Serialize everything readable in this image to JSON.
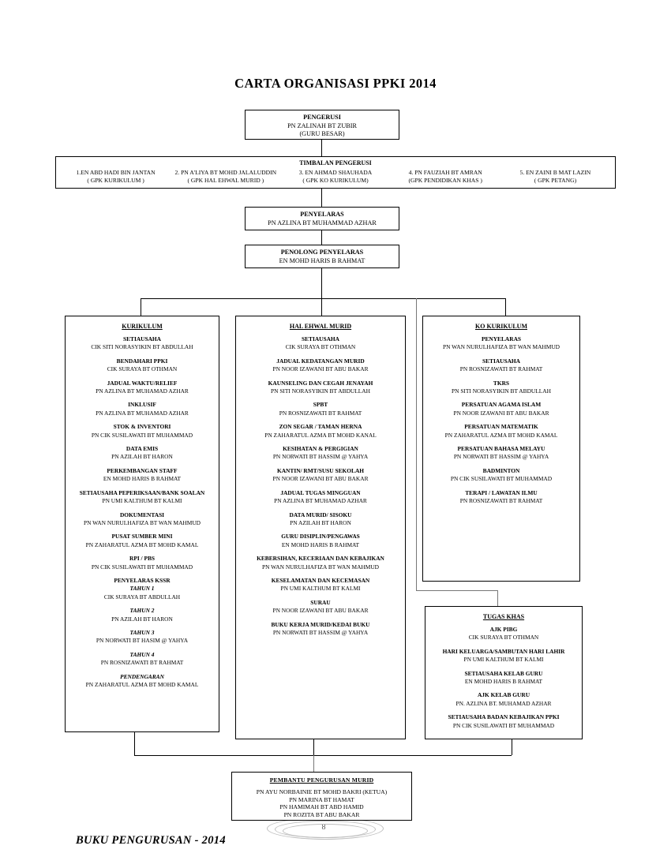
{
  "document": {
    "title": "CARTA ORGANISASI PPKI 2014",
    "footer": "BUKU PENGURUSAN - 2014",
    "page_number": "8"
  },
  "pengerusi": {
    "label": "PENGERUSI",
    "name": "PN ZALINAH BT ZUBIR",
    "role": "(GURU BESAR)"
  },
  "timbalan": {
    "header": "TIMBALAN PENGERUSI",
    "members": [
      {
        "name": "1.EN ABD HADI BIN JANTAN",
        "role": "( GPK KURIKULUM )"
      },
      {
        "name": "2.  PN A'LIYA BT MOHD JALALUDDIN",
        "role": "( GPK HAL EHWAL MURID )"
      },
      {
        "name": "3. EN AHMAD SHAUHADA",
        "role": "( GPK KO KURIKULUM)"
      },
      {
        "name": "4. PN FAUZIAH BT AMRAN",
        "role": "(GPK PENDIDIKAN KHAS )"
      },
      {
        "name": "5. EN ZAINI B MAT LAZIN",
        "role": "( GPK PETANG)"
      }
    ]
  },
  "penyelaras": {
    "label": "PENYELARAS",
    "name": "PN AZLINA BT MUHAMMAD AZHAR"
  },
  "penolong_penyelaras": {
    "label": "PENOLONG PENYELARAS",
    "name": "EN MOHD HARIS B RAHMAT"
  },
  "kurikulum": {
    "title": "KURIKULUM",
    "entries": [
      {
        "label": "SETIAUSAHA",
        "name": "CIK SITI NORASYIKIN BT ABDULLAH"
      },
      {
        "label": "BENDAHARI PPKI",
        "name": "CIK SURAYA BT OTHMAN"
      },
      {
        "label": "JADUAL WAKTU/RELIEF",
        "name": "PN AZLINA BT MUHAMAD AZHAR"
      },
      {
        "label": "INKLUSIF",
        "name": "PN AZLINA BT MUHAMAD AZHAR"
      },
      {
        "label": "STOK & INVENTORI",
        "name": "PN CIK SUSILAWATI BT MUHAMMAD"
      },
      {
        "label": "DATA EMIS",
        "name": "PN AZILAH BT HARON"
      },
      {
        "label": "PERKEMBANGAN STAFF",
        "name": "EN MOHD HARIS B RAHMAT"
      },
      {
        "label": "SETIAUSAHA PEPERIKSAAN/BANK SOALAN",
        "name": "PN UMI KALTHUM BT KALMI"
      },
      {
        "label": "DOKUMENTASI",
        "name": "PN WAN NURULHAFIZA BT WAN MAHMUD"
      },
      {
        "label": "PUSAT SUMBER MINI",
        "name": "PN ZAHARATUL AZMA BT MOHD KAMAL"
      },
      {
        "label": "RPI / PBS",
        "name": "PN CIK SUSILAWATI BT MUHAMMAD"
      },
      {
        "label": "PENYELARAS KSSR",
        "italic": "TAHUN 1",
        "name": "CIK SURAYA BT ABDULLAH"
      },
      {
        "italic": "TAHUN 2",
        "name": "PN AZILAH BT HARON"
      },
      {
        "italic": "TAHUN 3",
        "name": "PN NORWATI BT HASIM @ YAHYA"
      },
      {
        "italic": "TAHUN 4",
        "name": "PN ROSNIZAWATI BT RAHMAT"
      },
      {
        "italic": "PENDENGARAN",
        "name": "PN ZAHARATUL AZMA BT MOHD KAMAL"
      }
    ]
  },
  "hal_ehwal_murid": {
    "title": "HAL EHWAL MURID",
    "entries": [
      {
        "label": "SETIAUSAHA",
        "name": "CIK SURAYA BT OTHMAN"
      },
      {
        "label": "JADUAL KEDATANGAN MURID",
        "name": "PN NOOR IZAWANI BT ABU BAKAR"
      },
      {
        "label": "KAUNSELING DAN CEGAH JENAYAH",
        "name": "PN SITI NORASYIKIN BT ABDULLAH"
      },
      {
        "label": "SPBT",
        "name": "PN ROSNIZAWATI BT RAHMAT"
      },
      {
        "label": "ZON SEGAR / TAMAN HERNA",
        "name": "PN ZAHARATUL AZMA BT MOHD KANAL"
      },
      {
        "label": "KESIHATAN & PERGIGIAN",
        "name": "PN NORWATI BT HASSIM @ YAHYA"
      },
      {
        "label": "KANTIN/ RMT/SUSU SEKOLAH",
        "name": "PN NOOR IZAWANI BT ABU BAKAR"
      },
      {
        "label": "JADUAL TUGAS MINGGUAN",
        "name": "PN AZLINA BT MUHAMAD AZHAR"
      },
      {
        "label": "DATA MURID/ SISOKU",
        "name": "PN AZILAH BT HARON"
      },
      {
        "label": "GURU DISIPLIN/PENGAWAS",
        "name": "EN MOHD HARIS B RAHMAT"
      },
      {
        "label": "KEBERSIHAN, KECERIAAN DAN KEBAJIKAN",
        "name": "PN WAN NURULHAFIZA BT WAN MAHMUD"
      },
      {
        "label": "KESELAMATAN DAN KECEMASAN",
        "name": "PN UMI KALTHUM  BT KALMI"
      },
      {
        "label": "SURAU",
        "name": "PN NOOR IZAWANI BT ABU BAKAR"
      },
      {
        "label": "BUKU KERJA MURID/KEDAI BUKU",
        "name": "PN NORWATI BT HASSIM @ YAHYA"
      }
    ]
  },
  "ko_kurikulum": {
    "title": "KO KURIKULUM",
    "entries": [
      {
        "label": "PENYELARAS",
        "name": "PN WAN NURULHAFIZA BT WAN MAHMUD"
      },
      {
        "label": "SETIAUSAHA",
        "name": "PN ROSNIZAWATI BT RAHMAT"
      },
      {
        "label": "TKRS",
        "name": "PN SITI NORASYIKIN BT ABDULLAH"
      },
      {
        "label": "PERSATUAN AGAMA ISLAM",
        "name": "PN NOOR IZAWANI BT ABU BAKAR"
      },
      {
        "label": "PERSATUAN MATEMATIK",
        "name": "PN ZAHARATUL AZMA BT MOHD KAMAL"
      },
      {
        "label": "PERSATUAN BAHASA MELAYU",
        "name": "PN NORWATI BT HASSIM @ YAHYA"
      },
      {
        "label": "BADMINTON",
        "name": "PN CIK SUSILAWATI BT MUHAMMAD"
      },
      {
        "label": "TERAPI / LAWATAN ILMU",
        "name": "PN ROSNIZAWATI BT RAHMAT"
      }
    ]
  },
  "tugas_khas": {
    "title": "TUGAS KHAS",
    "entries": [
      {
        "label": "AJK PIBG",
        "name": "CIK SURAYA BT OTHMAN"
      },
      {
        "label": "HARI KELUARGA/SAMBUTAN HARI LAHIR",
        "name": "PN UMI KALTHUM BT KALMI"
      },
      {
        "label": "SETIAUSAHA KELAB GURU",
        "name": "EN MOHD HARIS B RAHMAT"
      },
      {
        "label": "AJK KELAB GURU",
        "name": "PN. AZLINA BT. MUHAMAD AZHAR"
      },
      {
        "label": "SETIAUSAHA BADAN KEBAJIKAN PPKI",
        "name": "PN CIK SUSILAWATI BT MUHAMMAD"
      }
    ]
  },
  "pembantu_pengurusan_murid": {
    "title": "PEMBANTU PENGURUSAN MURID",
    "names": [
      "PN AYU NORBAINIE BT MOHD BAKRI (KETUA)",
      "PN MARINA BT HAMAT",
      "PN HAMIMAH BT ABD HAMID",
      "PN ROZITA BT ABU BAKAR"
    ]
  }
}
